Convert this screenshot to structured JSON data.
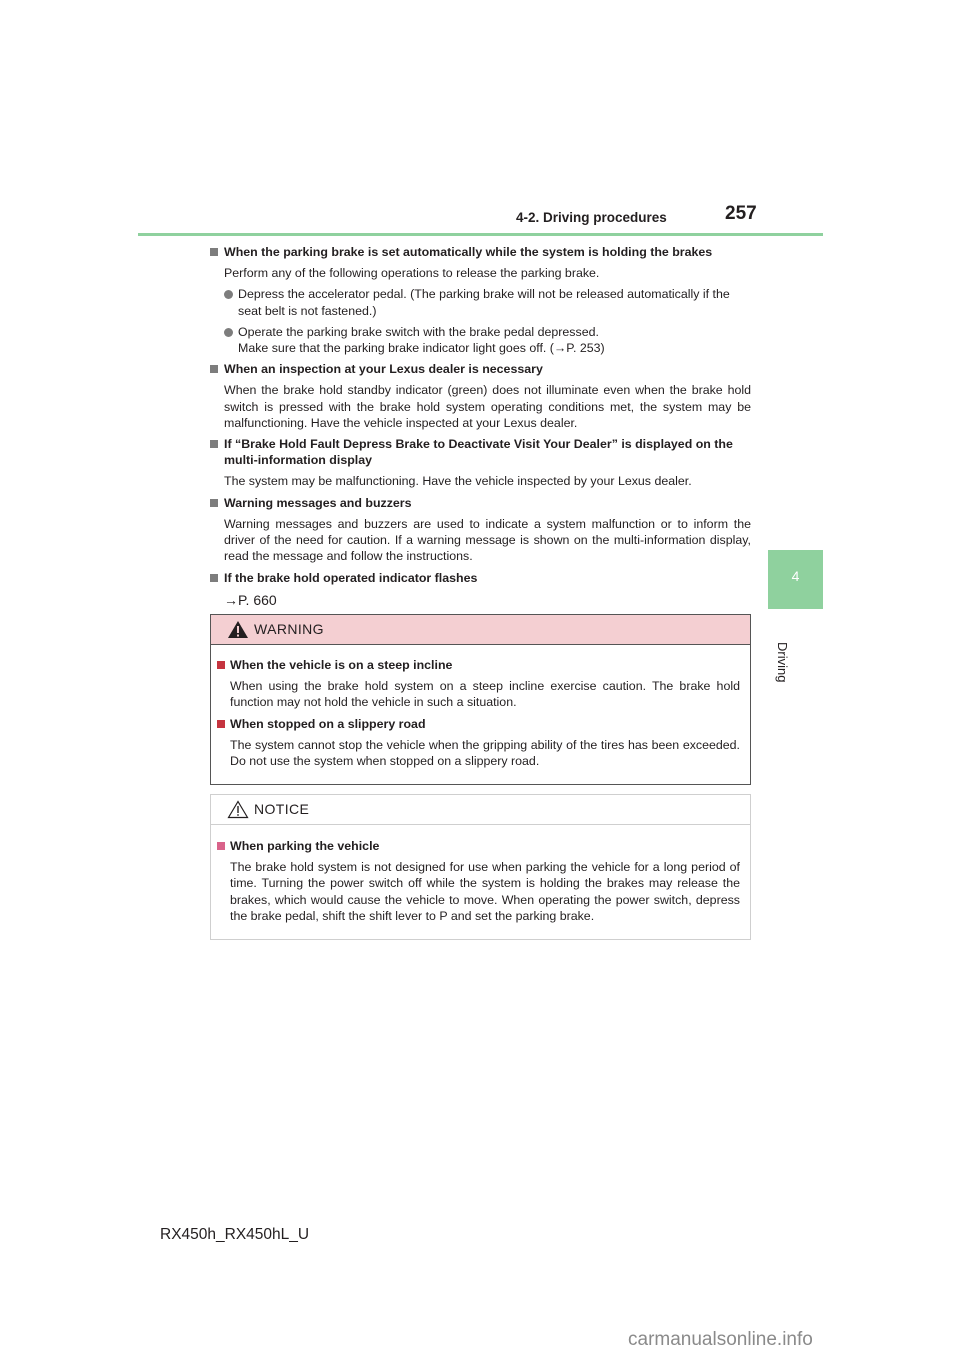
{
  "header": {
    "section": "4-2. Driving procedures",
    "page_number": "257"
  },
  "side_tab": {
    "number": "4",
    "title": "Driving"
  },
  "colors": {
    "accent_green": "#8fd19e",
    "warning_pink": "#f4cfd2",
    "warning_square": "#c5343f",
    "notice_square": "#d9638a"
  },
  "sections": [
    {
      "heading": "When the parking brake is set automatically while the system is holding the brakes",
      "text": "Perform any of the following operations to release the parking brake.",
      "bullets": [
        "Depress the accelerator pedal. (The parking brake will not be released automatically if the seat belt is not fastened.)",
        "Operate the parking brake switch with the brake pedal depressed.",
        "Make sure that the parking brake indicator light goes off. (→P. 253)"
      ]
    },
    {
      "heading": "When an inspection at your Lexus dealer is necessary",
      "text": "When the brake hold standby indicator (green) does not illuminate even when the brake hold switch is pressed with the brake hold system operating conditions met, the system may be malfunctioning. Have the vehicle inspected at your Lexus dealer."
    },
    {
      "heading": "If “Brake Hold Fault Depress Brake to Deactivate Visit Your Dealer” is displayed on the multi-information display",
      "text": "The system may be malfunctioning. Have the vehicle inspected by your Lexus dealer."
    },
    {
      "heading": "Warning messages and buzzers",
      "text": "Warning messages and buzzers are used to indicate a system malfunction or to inform the driver of the need for caution. If a warning message is shown on the multi-information display, read the message and follow the instructions."
    },
    {
      "heading": "If the brake hold operated indicator flashes",
      "ref": "→P. 660"
    }
  ],
  "warning": {
    "title": "WARNING",
    "items": [
      {
        "heading": "When the vehicle is on a steep incline",
        "text": "When using the brake hold system on a steep incline exercise caution. The brake hold function may not hold the vehicle in such a situation."
      },
      {
        "heading": "When stopped on a slippery road",
        "text": "The system cannot stop the vehicle when the gripping ability of the tires has been exceeded. Do not use the system when stopped on a slippery road."
      }
    ]
  },
  "notice": {
    "title": "NOTICE",
    "items": [
      {
        "heading": "When parking the vehicle",
        "text": "The brake hold system is not designed for use when parking the vehicle for a long period of time. Turning the power switch off while the system is holding the brakes may release the brakes, which would cause the vehicle to move. When operating the power switch, depress the brake pedal, shift the shift lever to P and set the parking brake."
      }
    ]
  },
  "footer": {
    "model": "RX450h_RX450hL_U"
  },
  "watermark": "carmanualsonline.info"
}
